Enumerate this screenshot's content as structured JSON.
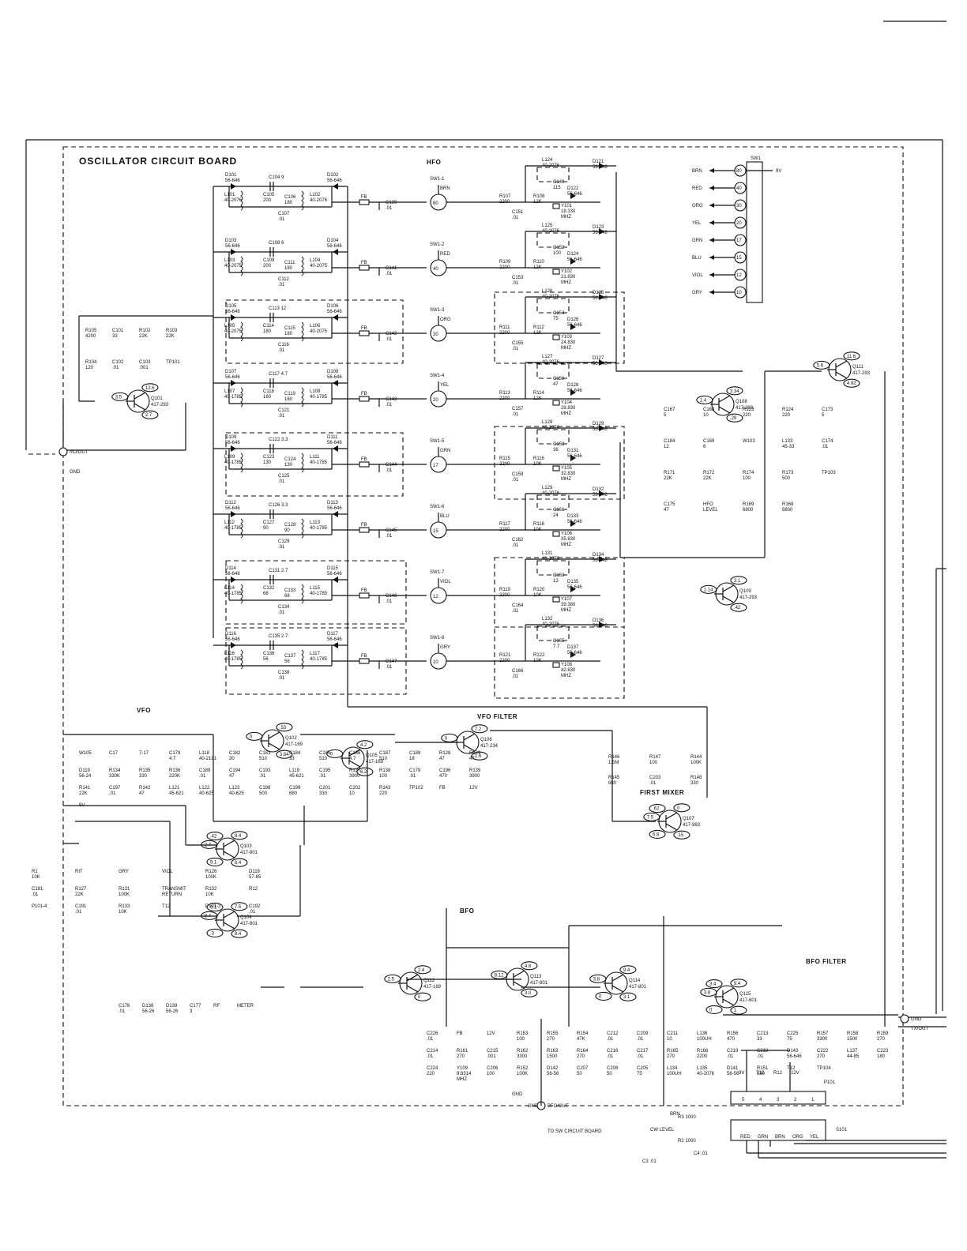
{
  "board_title": "OSCILLATOR CIRCUIT BOARD",
  "sections": {
    "hfo": "HFO",
    "vfo": "VFO",
    "vfo_filter": "VFO FILTER",
    "first_mixer": "FIRST MIXER",
    "bfo": "BFO",
    "bfo_filter": "BFO FILTER"
  },
  "switch": {
    "name": "SW1",
    "supply": "9V",
    "wires": [
      {
        "color": "BRN",
        "band": "80"
      },
      {
        "color": "RED",
        "band": "40"
      },
      {
        "color": "ORG",
        "band": "30"
      },
      {
        "color": "YEL",
        "band": "20"
      },
      {
        "color": "GRN",
        "band": "17"
      },
      {
        "color": "BLU",
        "band": "15"
      },
      {
        "color": "VIOL",
        "band": "12"
      },
      {
        "color": "GRY",
        "band": "10"
      }
    ]
  },
  "band_rows": [
    {
      "diodes": [
        "D101 56-646",
        "D102 56-646"
      ],
      "coils": [
        "L101 40-2076",
        "L102 40-2076"
      ],
      "caps": [
        "C104 9",
        "C105 200",
        "C106 180",
        "C107 .01"
      ],
      "fb": "FB",
      "cap_out": "C139 .01",
      "sw": "SW1-1",
      "wire": "BRN",
      "band": "80",
      "hfo": {
        "coil": "L124 40-2076",
        "cap": "C149 115",
        "r1": "R107 2200",
        "r2": "R108 12K",
        "cap2": "C151 .01",
        "xtal": "Y101 18.330 MHZ",
        "d1": "D121 56-646",
        "d2": "D122 56-646"
      }
    },
    {
      "diodes": [
        "D103 56-646",
        "D104 56-646"
      ],
      "coils": [
        "L103 40-2075",
        "L104 40-2075"
      ],
      "caps": [
        "C108 6",
        "C109 200",
        "C111 180",
        "C112 .01"
      ],
      "fb": "FB",
      "cap_out": "C141 .01",
      "sw": "SW1-2",
      "wire": "RED",
      "band": "40",
      "hfo": {
        "coil": "L125 40-2076",
        "cap": "C152 100",
        "r1": "R109 2200",
        "r2": "R110 12K",
        "cap2": "C153 .01",
        "xtal": "Y102 21.830 MHZ",
        "d1": "D123 56-646",
        "d2": "D124 56-646"
      }
    },
    {
      "diodes": [
        "D105 56-646",
        "D106 56-646"
      ],
      "coils": [
        "L105 40-2075",
        "L106 40-2075"
      ],
      "caps": [
        "C113 12",
        "C114 180",
        "C115 180",
        "C116 .01"
      ],
      "fb": "FB",
      "cap_out": "C142 .01",
      "sw": "SW1-3",
      "wire": "ORG",
      "band": "30",
      "hfo": {
        "coil": "L126 40-2076",
        "cap": "C154 75",
        "r1": "R111 2200",
        "r2": "R112 12K",
        "cap2": "C155 .01",
        "xtal": "Y103 24.830 MHZ",
        "d1": "D125 56-646",
        "d2": "D126 56-646"
      }
    },
    {
      "diodes": [
        "D107 56-646",
        "D108 56-646"
      ],
      "coils": [
        "L107 40-1785",
        "L108 40-1785"
      ],
      "caps": [
        "C117 4.7",
        "C118 160",
        "C119 160",
        "C121 .01"
      ],
      "fb": "FB",
      "cap_out": "C143 .01",
      "sw": "SW1-4",
      "wire": "YEL",
      "band": "20",
      "hfo": {
        "coil": "L127 40-2076",
        "cap": "C156 47",
        "r1": "R113 2200",
        "r2": "R114 12K",
        "cap2": "C157 .01",
        "xtal": "Y104 28.830 MHZ",
        "d1": "D127 56-646",
        "d2": "D128 56-646"
      }
    },
    {
      "diodes": [
        "D109 56-646",
        "D111 56-646"
      ],
      "coils": [
        "L109 40-1785",
        "L111 40-1785"
      ],
      "caps": [
        "C122 3.3",
        "C123 130",
        "C124 130",
        "C125 .01"
      ],
      "fb": "FB",
      "cap_out": "C144 .01",
      "sw": "SW1-5",
      "wire": "GRN",
      "band": "17",
      "hfo": {
        "coil": "L128 40-2076",
        "cap": "C158 36",
        "r1": "R115 2200",
        "r2": "R116 10K",
        "cap2": "C159 .01",
        "xtal": "Y105 32.830 MHZ",
        "d1": "D129 56-646",
        "d2": "D131 56-646"
      }
    },
    {
      "diodes": [
        "D112 56-646",
        "D113 56-646"
      ],
      "coils": [
        "L112 40-1785",
        "L113 40-1785"
      ],
      "caps": [
        "C126 3.3",
        "C127 90",
        "C128 90",
        "C129 .01"
      ],
      "fb": "FB",
      "cap_out": "C145 .01",
      "sw": "SW1-6",
      "wire": "BLU",
      "band": "15",
      "hfo": {
        "coil": "L129 40-2076",
        "cap": "C161 24",
        "r1": "R117 2200",
        "r2": "R118 10K",
        "cap2": "C162 .01",
        "xtal": "Y106 35.830 MHZ",
        "d1": "D132 56-646",
        "d2": "D133 56-646"
      }
    },
    {
      "diodes": [
        "D114 56-646",
        "D115 56-646"
      ],
      "coils": [
        "L114 40-1785",
        "L115 40-1785"
      ],
      "caps": [
        "C131 2.7",
        "C132 68",
        "C133 68",
        "C134 .01"
      ],
      "fb": "FB",
      "cap_out": "C146 .01",
      "sw": "SW1-7",
      "wire": "VIOL",
      "band": "12",
      "hfo": {
        "coil": "L131 40-2076",
        "cap": "C163 13",
        "r1": "R119 2200",
        "r2": "R120 10K",
        "cap2": "C164 .01",
        "xtal": "Y107 39.380 MHZ",
        "d1": "D134 56-646",
        "d2": "D135 56-646"
      }
    },
    {
      "diodes": [
        "D116 56-646",
        "D117 56-646"
      ],
      "coils": [
        "L116 40-1785",
        "L117 40-1785"
      ],
      "caps": [
        "C135 2.7",
        "C136 56",
        "C137 56",
        "C138 .01"
      ],
      "fb": "FB",
      "cap_out": "C147 .01",
      "sw": "SW1-8",
      "wire": "GRY",
      "band": "10",
      "hfo": {
        "coil": "L132 40-2076",
        "cap": "C165 7.7",
        "r1": "R121 2200",
        "r2": "R122 10K",
        "cap2": "C166 .01",
        "xtal": "Y108 42.830 MHZ",
        "d1": "D136 56-646",
        "d2": "D137 56-646"
      }
    }
  ],
  "transistors": [
    {
      "ref": "Q101",
      "part": "417-293",
      "volts": [
        "12.6",
        "3.5",
        "2.7"
      ]
    },
    {
      "ref": "Q108",
      "part": "417-293",
      "volts": [
        "3.34",
        "1.4",
        ".29"
      ]
    },
    {
      "ref": "Q109",
      "part": "417-293",
      "volts": [
        "3.1",
        "1.14",
        ".42"
      ]
    },
    {
      "ref": "Q111",
      "part": "417-293",
      "volts": [
        "11.6",
        "5.6",
        "4.92"
      ]
    },
    {
      "ref": "Q102",
      "part": "417-169",
      "volts": [
        ".53",
        "0",
        "3.84"
      ]
    },
    {
      "ref": "Q105",
      "part": "417-169",
      "volts": [
        "4.2",
        "0",
        "6.2"
      ]
    },
    {
      "ref": "Q106",
      "part": "417-234",
      "volts": [
        "7.2",
        "0",
        "1.6"
      ]
    },
    {
      "ref": "Q107",
      "part": "417-983",
      "volts": [
        "0",
        "7.5",
        ".15",
        "6.8",
        ".62"
      ]
    },
    {
      "ref": "Q103",
      "part": "417-801",
      "volts": [
        "8.4",
        "2.7",
        "8.4",
        "9.1",
        ".42"
      ]
    },
    {
      "ref": "Q104",
      "part": "417-801",
      "volts": [
        "7.5",
        "8.4",
        "8.4",
        ".3",
        "9.1"
      ]
    },
    {
      "ref": "Q112",
      "part": "417-169",
      "volts": [
        "2.4",
        "2.5",
        "0"
      ]
    },
    {
      "ref": "Q113",
      "part": "417-801",
      "volts": [
        "4.8",
        "8.12",
        "3.0"
      ]
    },
    {
      "ref": "Q114",
      "part": "417-801",
      "volts": [
        "9.4",
        "3.8",
        "3.1",
        "0"
      ]
    },
    {
      "ref": "Q115",
      "part": "417-801",
      "volts": [
        "9.4",
        "3.8",
        "1",
        "0",
        "3.4"
      ]
    }
  ],
  "oscillator_parts": [
    "R105 4200",
    "C101 33",
    "R102 22K",
    "R103 22K",
    "R104 120",
    "C102 .01",
    "C103 .001",
    "TP101"
  ],
  "hfo_out_parts": [
    "C167 5",
    "C168 10",
    "R123 220",
    "R124 220",
    "C173 5",
    "C184 12",
    "C169 6",
    "W103",
    "L133 45-33",
    "C174 .01",
    "R171 22K",
    "R172 22K",
    "R174 100",
    "R173 500",
    "TP103",
    "C175 47",
    "HFO LEVEL",
    "R169 6800",
    "R168 6800"
  ],
  "vfo_parts": [
    "W105",
    "C17",
    "7-17",
    "C179 4.7",
    "L118 40-2181",
    "C182 30",
    "C183 510",
    "C184 33",
    "C185 510",
    "C186 4.7",
    "C187 510",
    "C188 18",
    "R128 47",
    "R129 47",
    "D119 56-24",
    "R134 330K",
    "R135 330",
    "R136 220K",
    "C189 .01",
    "C194 47",
    "C193 .01",
    "L119 45-621",
    "C195 .01",
    "R137 3900",
    "R138 100",
    "C178 .01",
    "C196 470",
    "R139 3900",
    "R141 22K",
    "C197 .01",
    "R142 47",
    "L121 45-621",
    "L122 40-625",
    "L123 40-625",
    "C198 500",
    "C199 880",
    "C201 330",
    "C202 10",
    "R143 220",
    "TP102",
    "FB",
    "12V",
    "9V"
  ],
  "mixer_parts": [
    "R146 1.5M",
    "R147 100",
    "R144 100K",
    "R145 680",
    "C203 .01",
    "R148 330"
  ],
  "control_parts": [
    "R1 10K",
    "RIT",
    "GRY",
    "VIOL",
    "R126 100K",
    "D118 57-85",
    "C181 .01",
    "R127 22K",
    "R131 100K",
    "TRANSMIT RETURN",
    "R132 10K",
    "R12",
    "P101-4",
    "C191 .01",
    "R133 10K",
    "T12",
    "P101-3",
    "C192 .01"
  ],
  "bfo_parts": [
    "C226 .01",
    "FB",
    "12V",
    "R153 100",
    "R155 270",
    "R154 47K",
    "C212 .01",
    "C209 .01",
    "C211 10",
    "L136 100UH",
    "R156 470",
    "C213 33",
    "C225 75",
    "R157 3300",
    "R158 1500",
    "R159 270",
    "C214 .01",
    "R161 270",
    "C215 .001",
    "R162 3300",
    "R163 1500",
    "R164 270",
    "C216 .01",
    "C217 .01",
    "R165 270",
    "R166 2200",
    "C219 .01",
    "C218 .01",
    "D143 56-646",
    "C222 270",
    "L137 44-85",
    "C223 180",
    "C224 220",
    "Y109 8.8314 MHZ",
    "C206 100",
    "R152 100K",
    "D142 56-56",
    "C207 50",
    "C208 50",
    "C205 75",
    "L134 100UH",
    "L135 40-2076",
    "D141 56-56",
    "R151 680",
    "T12",
    "TP104"
  ],
  "meter_parts": [
    "C176 .01",
    "D138 56-26",
    "D139 56-26",
    "C177 3",
    "RF",
    "METER"
  ],
  "connectors": [
    "INJ/OUT",
    "GND",
    "GND",
    "TX/OUT",
    "GND",
    "BFO/OUT",
    "GND",
    "TO SW CIRCUIT BOARD",
    "BRN",
    "R3 1000",
    "CW LEVEL",
    "R2 1000",
    "C3 .01",
    "C4 .01",
    "P101",
    "S101"
  ],
  "plug_pins": [
    {
      "label": "9V",
      "pin": "5",
      "wire": "RED"
    },
    {
      "label": "T12",
      "pin": "4",
      "wire": "GRN"
    },
    {
      "label": "R12",
      "pin": "3",
      "wire": "BRN"
    },
    {
      "label": "12V",
      "pin": "2",
      "wire": "ORG"
    },
    {
      "label": "",
      "pin": "1",
      "wire": "YEL"
    }
  ]
}
